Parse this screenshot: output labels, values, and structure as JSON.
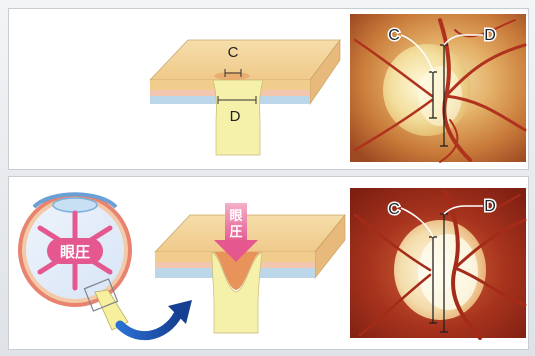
{
  "labels": {
    "cup": "C",
    "disc": "D",
    "pressure": "眼圧",
    "pressure_arrow": "眼\n圧"
  },
  "colors": {
    "nerve_fiber_layer": "#f2d08f",
    "retina_pink": "#f0c1a9",
    "sclera_blue": "#b8d6ea",
    "optic_nerve": "#f4f0a8",
    "pressure_pink": "#e4578f",
    "fundus_red": "#b0371f",
    "disc_yellow": "#f6e3b0",
    "arrow_blue": "#1f56b8"
  },
  "icons": {
    "down_arrow": "pressure-down-arrow-icon",
    "curved_arrow": "curved-blue-arrow-icon"
  }
}
